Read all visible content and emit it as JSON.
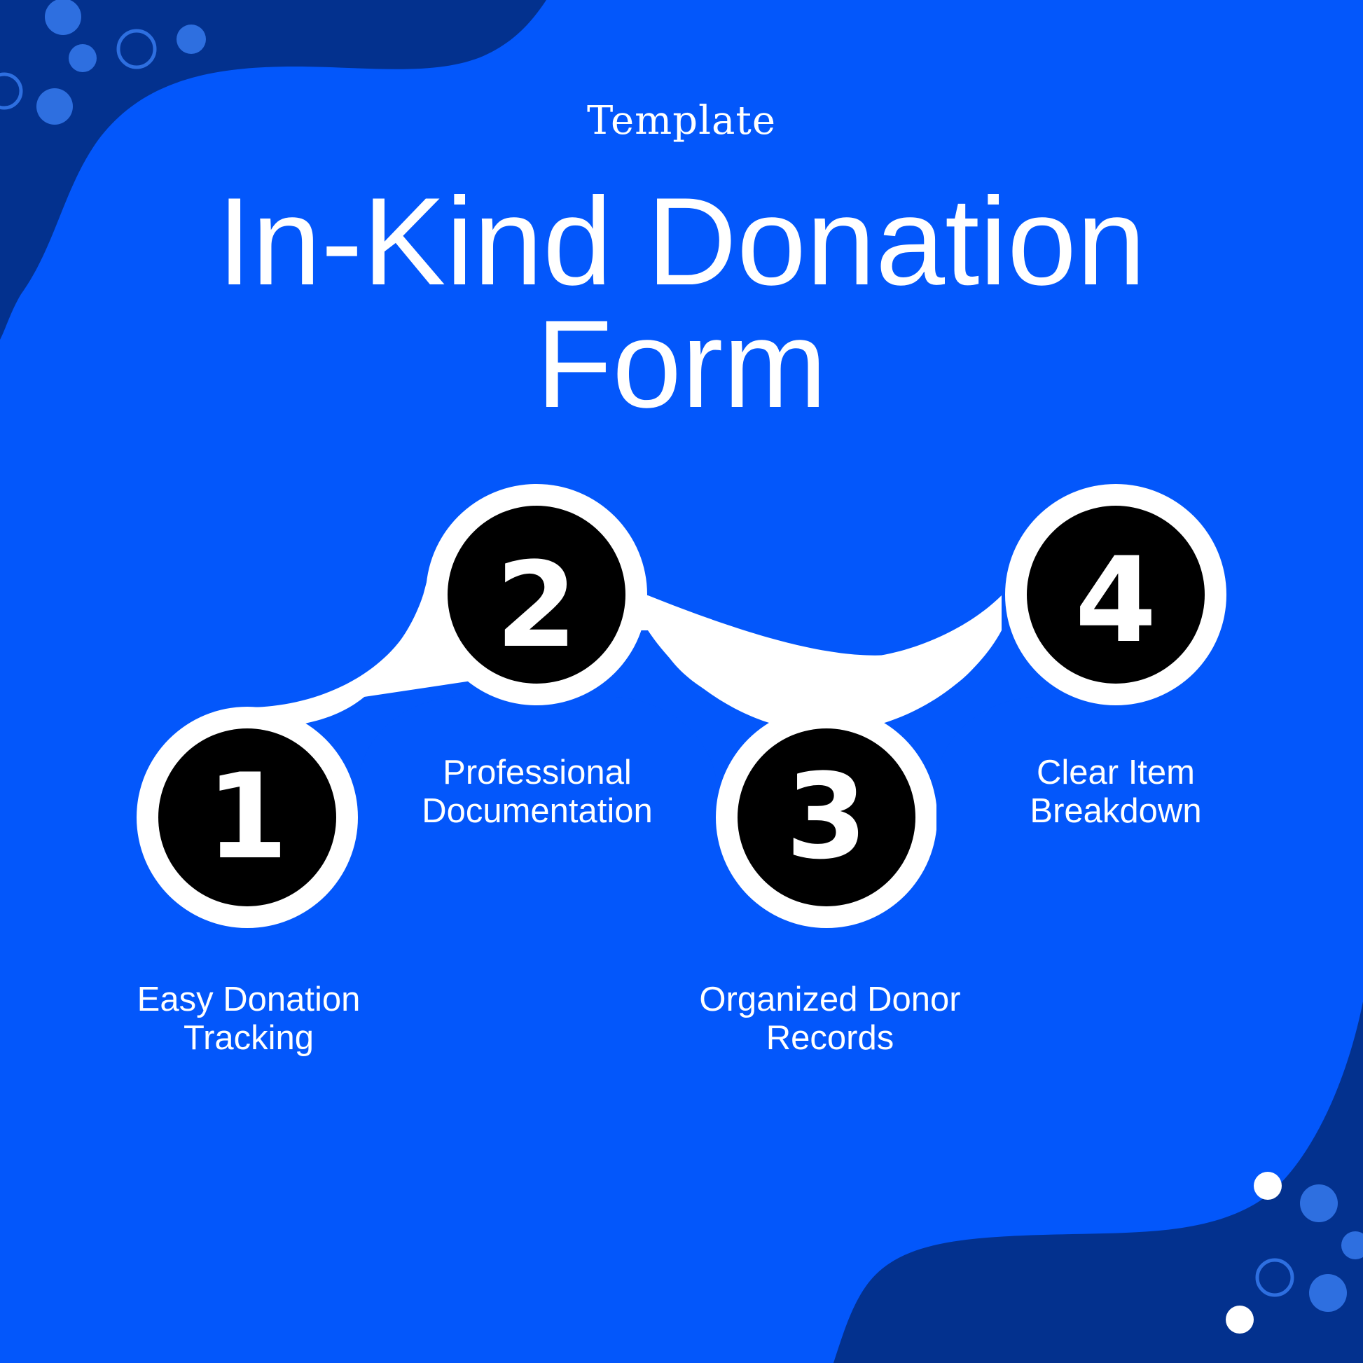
{
  "subtitle": "Template",
  "title_line1": "In-Kind Donation",
  "title_line2": "Form",
  "steps": [
    {
      "number": "1",
      "line1": "Easy Donation",
      "line2": "Tracking"
    },
    {
      "number": "2",
      "line1": "Professional",
      "line2": "Documentation"
    },
    {
      "number": "3",
      "line1": "Organized Donor",
      "line2": "Records"
    },
    {
      "number": "4",
      "line1": "Clear Item",
      "line2": "Breakdown"
    }
  ],
  "colors": {
    "background": "#0357FB",
    "dark_blob": "#03318E",
    "dots": "#2E6FE0",
    "connector": "#FFFFFF",
    "circle": "#000000",
    "text": "#FFFFFF"
  }
}
